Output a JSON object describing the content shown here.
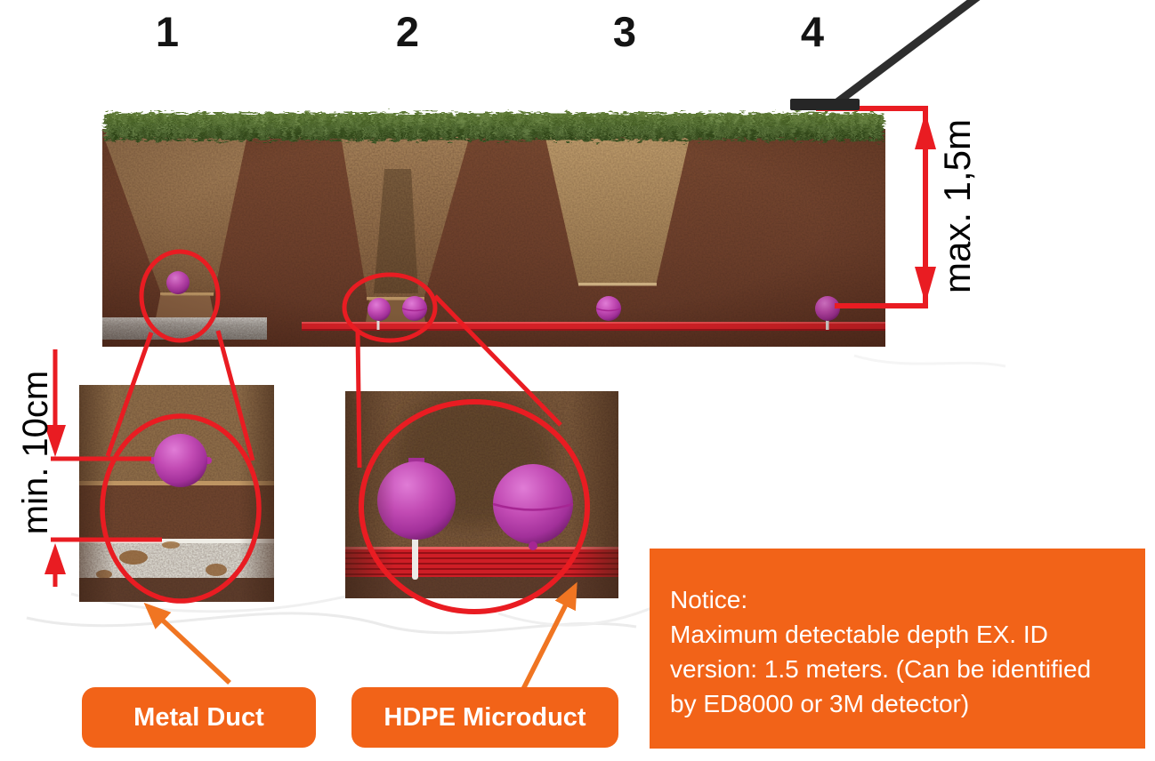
{
  "figure": {
    "step_labels": [
      "1",
      "2",
      "3",
      "4"
    ],
    "dimensions": {
      "max_depth": "max. 1,5m",
      "min_offset": "min. 10cm"
    },
    "captions": {
      "metal_duct": "Metal Duct",
      "hdpe_microduct": "HDPE Microduct"
    },
    "notice": {
      "title": "Notice:",
      "lines": [
        "Maximum detectable depth EX. ID",
        "version: 1.5 meters. (Can be identified",
        "by ED8000 or 3M detector)"
      ]
    }
  },
  "icons": [
    "detector-wand-icon",
    "marker-ball-icon",
    "magnifier-circle-icon",
    "dimension-arrow-icon",
    "caption-arrow-icon"
  ],
  "colors": {
    "accent_orange": "#F26318",
    "arrow_orange": "#F07522",
    "annotation_red": "#E91C22",
    "marker_magenta": "#BC3FAE",
    "duct_red": "#D8222A",
    "soil_brown": "#6E432F",
    "trench_tan": "#9A7851",
    "grass_green": "#3C5222",
    "metal_gray": "#A9A9A5",
    "text_black": "#141414",
    "background": "#FFFFFF"
  }
}
